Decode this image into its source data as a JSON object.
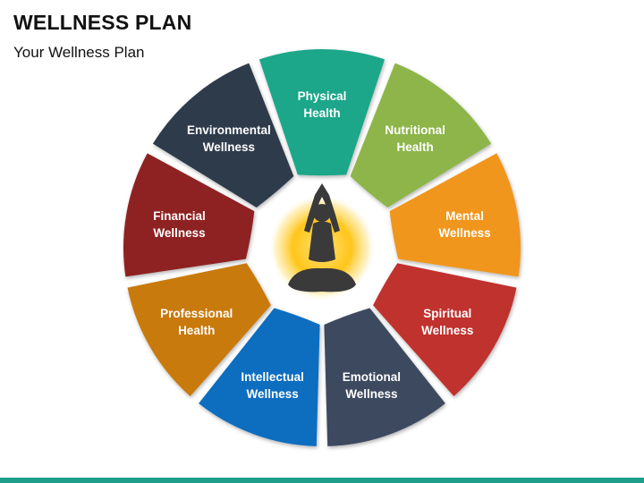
{
  "header": {
    "title": "WELLNESS PLAN",
    "subtitle": "Your Wellness Plan"
  },
  "center_icon": "meditation-figure-icon",
  "segments": [
    {
      "id": "physical-health",
      "line1": "Physical",
      "line2": "Health",
      "color": "#1FA68A"
    },
    {
      "id": "nutritional-health",
      "line1": "Nutritional",
      "line2": "Health",
      "color": "#8DB548"
    },
    {
      "id": "mental-wellness",
      "line1": "Mental",
      "line2": "Wellness",
      "color": "#F0961E"
    },
    {
      "id": "spiritual-wellness",
      "line1": "Spiritual",
      "line2": "Wellness",
      "color": "#C0302E"
    },
    {
      "id": "emotional-wellness",
      "line1": "Emotional",
      "line2": "Wellness",
      "color": "#3E4A5E"
    },
    {
      "id": "intellectual-wellness",
      "line1": "Intellectual",
      "line2": "Wellness",
      "color": "#0B6DBF"
    },
    {
      "id": "professional-health",
      "line1": "Professional",
      "line2": "Health",
      "color": "#C97A0A"
    },
    {
      "id": "financial-wellness",
      "line1": "Financial",
      "line2": "Wellness",
      "color": "#8E2424"
    },
    {
      "id": "environmental-wellness",
      "line1": "Environmental",
      "line2": "Wellness",
      "color": "#2F3A4C"
    }
  ],
  "colors": {
    "glow": "#FFC20E",
    "figure": "#3A3A3A",
    "bottom_bar": "#1F9E8C"
  }
}
